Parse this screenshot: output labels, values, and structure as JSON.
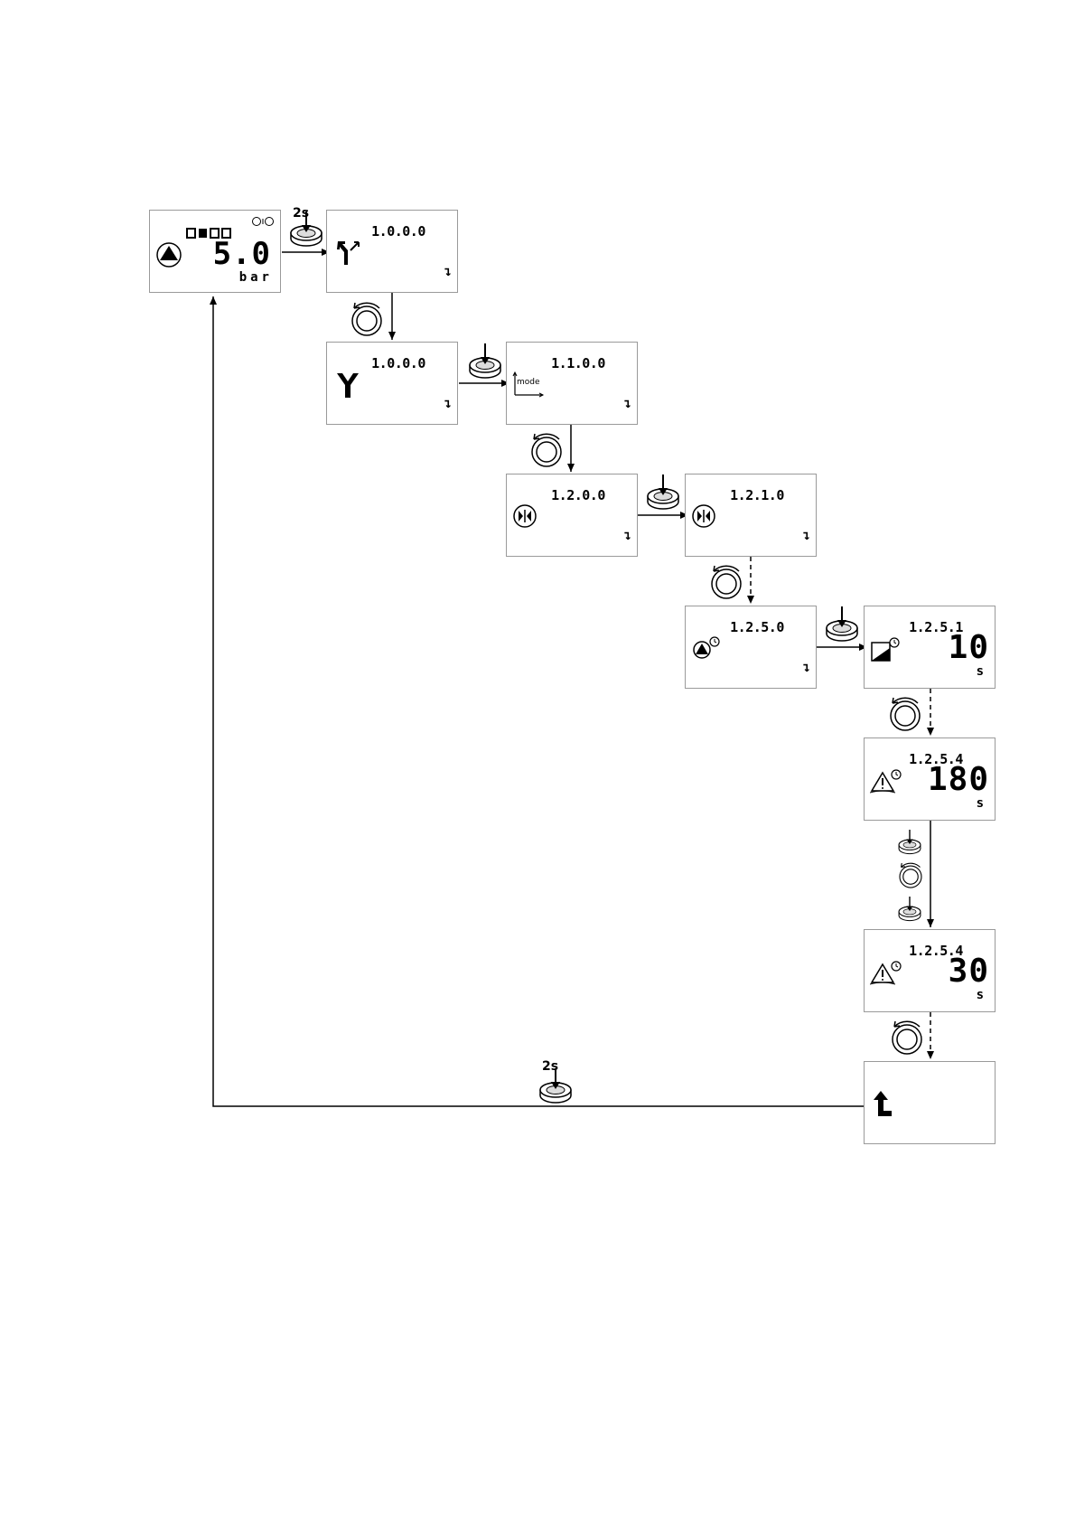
{
  "screens": {
    "home": {
      "value": "5.0",
      "unit": "bar"
    },
    "s1000a": {
      "code": "1.0.0.0",
      "enter_glyph": "↴"
    },
    "s1000b": {
      "code": "1.0.0.0",
      "enter_glyph": "↴"
    },
    "s1100": {
      "code": "1.1.0.0",
      "enter_glyph": "↴",
      "icon_label": "mode"
    },
    "s1200": {
      "code": "1.2.0.0",
      "enter_glyph": "↴"
    },
    "s1210": {
      "code": "1.2.1.0",
      "enter_glyph": "↴"
    },
    "s1250": {
      "code": "1.2.5.0",
      "enter_glyph": "↴"
    },
    "s1251": {
      "code": "1.2.5.1",
      "value": "10",
      "unit": "s"
    },
    "s1254a": {
      "code": "1.2.5.4",
      "value": "180",
      "unit": "s"
    },
    "s1254b": {
      "code": "1.2.5.4",
      "value": "30",
      "unit": "s"
    },
    "back": {
      "icon": "back-arrow-icon"
    }
  },
  "hold_time_labels": {
    "top": "2s",
    "bottom": "2s"
  },
  "icons": {
    "press": "press-button-icon",
    "rotate": "rotate-knob-icon",
    "pump": "pump-icon",
    "settings": "settings-fork-icon",
    "twin_pump": "twin-pump-icon",
    "warning_timer": "warning-timer-icon",
    "ramp_timer": "ramp-timer-icon"
  }
}
